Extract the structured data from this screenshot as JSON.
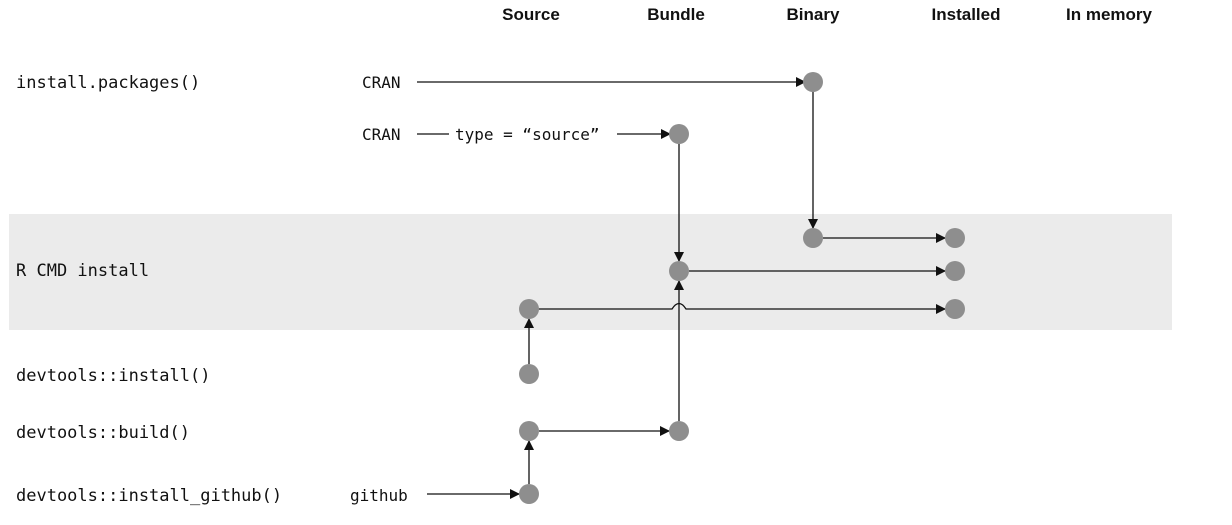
{
  "columns": {
    "source": "Source",
    "bundle": "Bundle",
    "binary": "Binary",
    "installed": "Installed",
    "in_memory": "In memory"
  },
  "rows": {
    "install_packages": "install.packages()",
    "r_cmd_install": "R CMD install",
    "devtools_install": "devtools::install()",
    "devtools_build": "devtools::build()",
    "devtools_install_github": "devtools::install_github()"
  },
  "sources": {
    "cran_binary": "CRAN",
    "cran_source": "CRAN",
    "type_source": "type = “source”",
    "github": "github"
  },
  "colors": {
    "node": "#8e8e8e",
    "band": "#ebebeb",
    "edge": "#111111"
  }
}
